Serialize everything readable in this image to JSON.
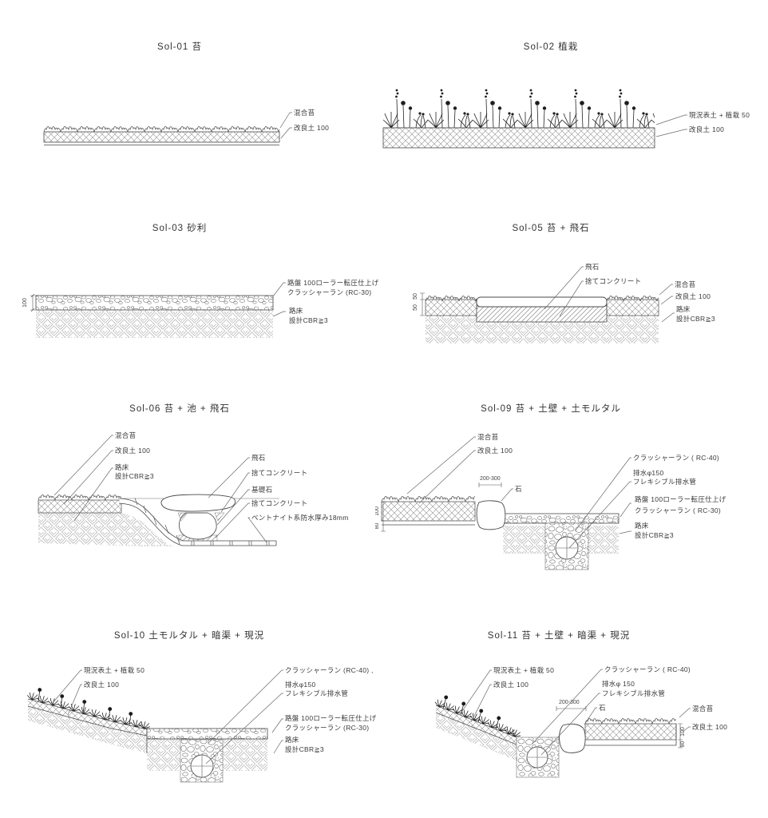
{
  "colors": {
    "line": "#4a4a4a",
    "hatch": "#a0a0a0",
    "text": "#3a3a3a",
    "background": "#ffffff"
  },
  "panels": [
    {
      "id": "sol-01",
      "title": "Sol-01 苔",
      "labels": {
        "mixed_moss": "混合苔",
        "improved_soil": "改良土 100"
      }
    },
    {
      "id": "sol-02",
      "title": "Sol-02 植栽",
      "labels": {
        "topsoil_planting": "現況表土 + 植栽 50",
        "improved_soil": "改良土 100"
      }
    },
    {
      "id": "sol-03",
      "title": "Sol-03 砂利",
      "labels": {
        "base_line1": "路盤 100ローラー転圧仕上げ",
        "base_line2": "クラッシャーラン (RC-30)",
        "subgrade": "路床",
        "cbr": "設計CBR≧3"
      },
      "dims": {
        "thickness": "100"
      }
    },
    {
      "id": "sol-05",
      "title": "Sol-05 苔 + 飛石",
      "labels": {
        "stepping_stone": "飛石",
        "lean_concrete": "捨てコンクリート",
        "mixed_moss": "混合苔",
        "improved_soil": "改良土 100",
        "subgrade": "路床",
        "cbr": "設計CBR≧3"
      },
      "dims": {
        "moss": "50",
        "soil": "50"
      }
    },
    {
      "id": "sol-06",
      "title": "Sol-06 苔 + 池 + 飛石",
      "labels": {
        "mixed_moss": "混合苔",
        "improved_soil": "改良土 100",
        "subgrade": "路床",
        "cbr": "設計CBR≧3",
        "stepping_stone": "飛石",
        "lean_concrete_upper": "捨てコンクリート",
        "foundation_stone": "基礎石",
        "lean_concrete_lower": "捨てコンクリート",
        "bentonite": "ベントナイト系防水厚み18mm"
      }
    },
    {
      "id": "sol-09",
      "title": "Sol-09 苔 + 土壁 + 土モルタル",
      "labels": {
        "mixed_moss": "混合苔",
        "improved_soil": "改良土 100",
        "crusher_run_40": "クラッシャーラン ( RC-40)",
        "drain_pipe": "排水φ150",
        "flexible_pipe": "フレキシブル排水管",
        "base_line1": "路盤 100ローラー転圧仕上げ",
        "base_line2": "クラッシャーラン ( RC-30)",
        "subgrade": "路床",
        "cbr": "設計CBR≧3",
        "stone": "石"
      },
      "dims": {
        "stone_width": "200-300",
        "soil": "100",
        "mortar": "80"
      }
    },
    {
      "id": "sol-10",
      "title": "Sol-10 土モルタル + 暗渠 + 現況",
      "labels": {
        "topsoil_planting": "現況表土 + 植栽 50",
        "improved_soil": "改良土 100",
        "crusher_run_40": "クラッシャーラン (RC-40) ,",
        "drain_pipe": "排水φ150",
        "flexible_pipe": "フレキシブル排水管",
        "base_line1": "路盤 100ローラー転圧仕上げ",
        "base_line2": "クラッシャーラン (RC-30)",
        "subgrade": "路床",
        "cbr": "設計CBR≧3"
      }
    },
    {
      "id": "sol-11",
      "title": "Sol-11 苔 + 土壁 + 暗渠 + 現況",
      "labels": {
        "topsoil_planting": "現況表土 + 植栽 50",
        "improved_soil_left": "改良土 100",
        "crusher_run_40": "クラッシャーラン ( RC-40)",
        "drain_pipe": "排水φ 150",
        "flexible_pipe": "フレキシブル排水管",
        "stone": "石",
        "mixed_moss": "混合苔",
        "improved_soil_right": "改良土 100"
      },
      "dims": {
        "stone_width": "200-300",
        "soil": "100",
        "mortar": "80"
      }
    }
  ]
}
